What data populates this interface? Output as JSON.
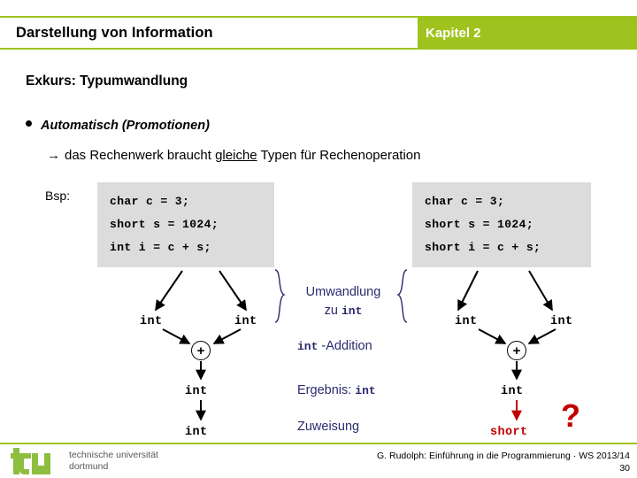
{
  "header": {
    "title": "Darstellung von Information",
    "chapter": "Kapitel 2",
    "green": "#9fc31e"
  },
  "section": {
    "heading": "Exkurs: Typumwandlung"
  },
  "bullet": {
    "label": "Automatisch (Promotionen)",
    "sub_arrow": "→",
    "sub_pre": "das Rechenwerk braucht ",
    "sub_underlined": "gleiche",
    "sub_post": " Typen für Rechenoperation"
  },
  "example": {
    "label": "Bsp:",
    "left_code": {
      "line1": "char c = 3;",
      "line2": "short s = 1024;",
      "line3": "int i = c + s;"
    },
    "right_code": {
      "line1": "char c = 3;",
      "line2": "short s = 1024;",
      "line3": "short i = c + s;"
    }
  },
  "diagram_left": {
    "operand_left": "int",
    "operand_right": "int",
    "operator": "+",
    "result": "int",
    "assigned": "int"
  },
  "diagram_right": {
    "operand_left": "int",
    "operand_right": "int",
    "operator": "+",
    "result": "int",
    "assigned": "short"
  },
  "annotations": {
    "conversion_line1": "Umwandlung",
    "conversion_line2_pre": "zu ",
    "conversion_line2_code": "int",
    "addition_code": "int",
    "addition_text": " -Addition",
    "result_text": "Ergebnis: ",
    "result_code": "int",
    "assignment_text": "Zuweisung",
    "question_mark": "?"
  },
  "colors": {
    "accent_green": "#9fc31e",
    "code_bg": "#dcdcdc",
    "annotation_blue": "#2a2a6e",
    "alert_red": "#c00000"
  },
  "footer": {
    "logo_line1": "technische universität",
    "logo_line2": "dortmund",
    "credit": "G. Rudolph: Einführung in die Programmierung · WS 2013/14",
    "page": "30"
  }
}
